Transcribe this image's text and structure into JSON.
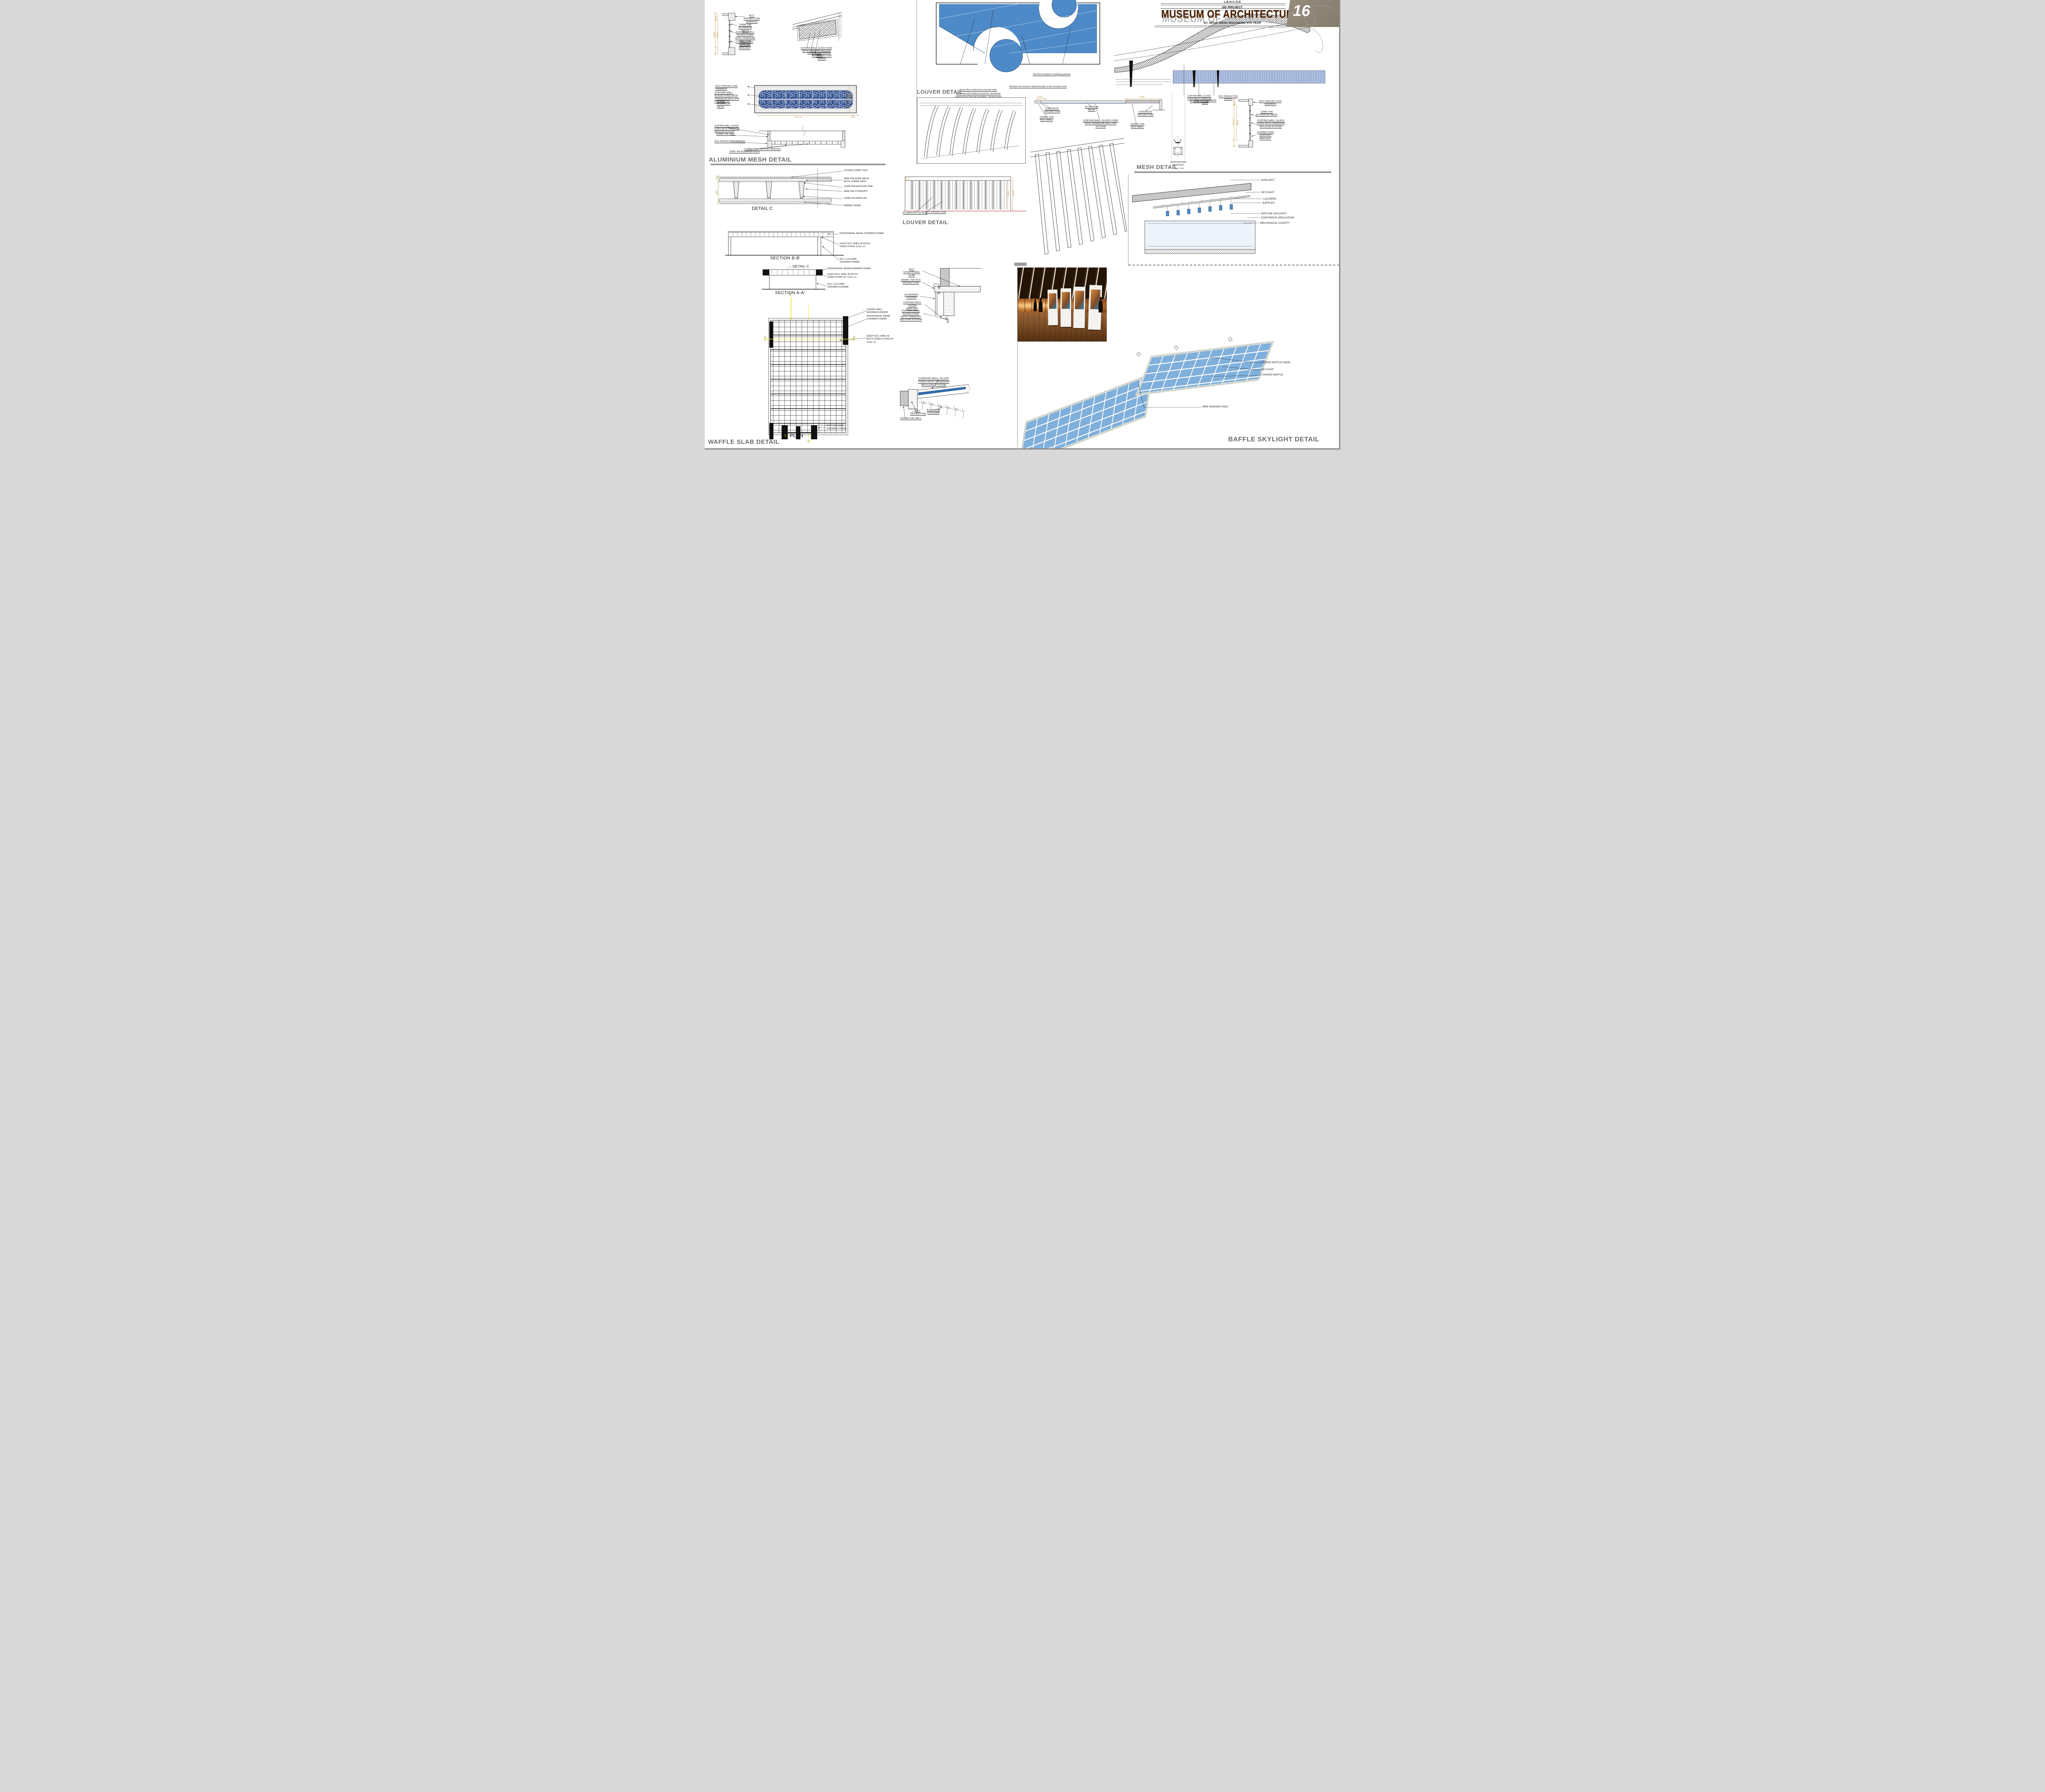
{
  "titleblock": {
    "org": "L.B.H.C.O.A",
    "project": "DD PROJECT",
    "title": "MUSEUM OF ARCHITECTURE",
    "byline": "BY: 80553_KRISH WADHWANI_5TH YEAR",
    "page": "16"
  },
  "headings": {
    "aluminium_mesh": "ALUMINIUM MESH DETAIL",
    "louver_top": "LOUVER DETAIL",
    "mesh": "MESH DETAIL",
    "louver_mid": "LOUVER DETAIL",
    "waffle": "WAFFLE SLAB DETAIL",
    "baffle": "BAFFLE SKYLIGHT DETAIL"
  },
  "wall_tl": {
    "dim_800": "800",
    "dim_5000": "5000",
    "dim_3400": "3400",
    "rcc": "RCC PROJECTION INWARDS",
    "mesh": "12MM THK ALUMINUM MESH",
    "glass": "CURTAIN WALL GLASS FIXED WITH TRAMSOM MULLION SYSTEM",
    "bracket": "CONNECTING SUPPORT BRACKET"
  },
  "axon": {
    "glass": "CURTAIN WALL GLASS FIXED WITH TRAMSOM MULLION SYSTEM",
    "mesh": "12MM THK ALUMINUM MESH",
    "rcc": "RCC PROJECTION INWARD"
  },
  "elevation": {
    "rcc": "RCC PROJECTION INWARDS",
    "glass": "CURTAIN WALL GLASS FIXED WITH TRAMSOM MULLION SYSTEM",
    "mesh": "12MM THK ALUMINUM MESH",
    "dim_3400": "3400",
    "dim_5000": "5000",
    "dim_21570": "21570",
    "dim_800": "800"
  },
  "plan_strip": {
    "glass": "CURTAIN WALL GLASS FIXED WITH TRAMSOM MULLION SYSTEM",
    "wall": "230MM THK WALL",
    "rcc": "RCC PROJECTION INWARDS",
    "mesh": "12MM THK ALUMINUM MESH",
    "bracket": "CONNECTING SUPPORT BRACKET"
  },
  "louver_plan": {
    "note_grc": "Glass fiber reinforced concrete slab, fastening with undercut anchors, aluminum substructure thermal insulation, mineral wool with underlay, highly open to diffusion",
    "note_glazing": "Thermal insulation insulating glazing",
    "note_edging": "Side edging with extruded aluminum profiles 3-dimensionally curved in the area of the curves",
    "note_sill": "Window sill curved 2-dimensionally in the rounded area"
  },
  "concrete_section": {
    "dim_1980": "1980",
    "dim_7280": "7280",
    "proj_left": "CONCRETE PROJECTION",
    "wall_left": "230MM THK RCC WALL",
    "mesh": "ALUMINUM MESH",
    "glass": "CURTAIN WALL GLASS FIXED WITH TRAMSOM MULLION SYSTEM",
    "wall_right": "230MM THK RCC WALL",
    "proj_right": "CONCRETE PROJECTION"
  },
  "roof_section": {
    "glass": "CURTAIN WALL GLASS FIXED WITH TRAMSOM MULLION SYSTEM",
    "mesh": "12MM THK ALUMINUM MESH",
    "rcc": "RCC PROJECTION INWARD"
  },
  "bracket_detail": {
    "title": "SUPPORTING BRACKET",
    "scale": "SCALE : NTS"
  },
  "wall_r": {
    "dim_600": "600",
    "dim_5000": "5000",
    "dim_3800": "3800",
    "rcc": "RCC PROJECTION INWARDS",
    "mesh": "12MM THK ALUMINUM MESH",
    "glass": "CURTAIN WALL GLASS FIXED WITH TRAMSOM MULLION SYSTEM",
    "bracket": "CONNECTING SUPPORT BRACKET"
  },
  "detail_c": {
    "title": "DETAIL C",
    "dim_100": "100",
    "dim_600": "600",
    "cover": "COVER [15MM THK]",
    "wiremesh": "3MM DIA WIRE MESH WITH 100MM GRID",
    "anchor": "12MM DIA ANCHOR BAR",
    "stirrups": "8MM DIA STIRRUPS",
    "mainrf": "16MM DIA MAIN R/F",
    "ribbed": "RIBBED BEAM"
  },
  "section_bb": {
    "title": "SECTION B-B'",
    "beam": "PERIPHERAL BEAM 1000MMX700MM",
    "ribs": "DEEP RCC RIBS IN BOTH DIRECTIONS 1mts c/c",
    "column": "RCC COLUMN 3200MMX700MM"
  },
  "section_aa": {
    "title": "SECTION A-A'",
    "callout": "DETAIL C",
    "marker_b": "B",
    "beam": "PERIPHERAL BEAM1000MMX700MM",
    "ribs": "DEEP RCC RIBS IN BOTH DIRECTIONS AT 1mts c/c",
    "column": "RCC COLUMN 4000MMX1000MM"
  },
  "plan": {
    "title": "PLAN",
    "marker_a": "A",
    "marker_a2": "A'",
    "marker_b2": "B'",
    "shear": "SHEAR WALL 4000MMX1000MM",
    "beam": "PERIPHERAL BEAM 1000MMX700MM",
    "ribs": "DEEP RCC RIBS IN BOTH DIRECTIONS AT 1mts c/c",
    "column": "RCC COLUMN 1000MMX700MM"
  },
  "louver_elev": {
    "dim_600": "600",
    "dim_5000": "5000",
    "dim_3800": "3,800",
    "louvers": "ALUMINIUM LOUVERS",
    "rcc": "RCC PROJECTION"
  },
  "louver_section": {
    "slab": "RCC STRUCTURAL SLAB",
    "proj": "300MM THK RCC PROJECTION",
    "louver": "ALUMINUM LOUVER",
    "bracket": "CURTAIN WALL FIXING BRACKET",
    "glass": "CURTAIN WALL GLASS FIXED WITH TRAMSOM MULLION SYSTEM"
  },
  "louver_bottom": {
    "glass": "CURTAIN WALL GLASS FIXED WITH TRAMSOM MULLION SYSTEM",
    "rcc": "RCC PROJECTION",
    "louvers": "ALUMINUM LOUVERS",
    "wall": "230MM THK WALL"
  },
  "skylight_section": {
    "sunlight": "SUNLIGHT",
    "skylight": "SKYLIGHT",
    "louvers": "LOUVERS",
    "baffles": "BAFFLES",
    "diffuse": "DIFFUSE DAYLIGHT",
    "insulation": "CONTINOUS INSULATION",
    "cavity": "MECHANICAL CAAVITY"
  },
  "baffle3d": {
    "kneel": "U HAPED BAFFLE KNEEL",
    "skylight": "SKYLIGHT",
    "baffle": "U SHAPED BAFFLE",
    "pole": "8MM HANGING POLE"
  },
  "colors": {
    "dim_tan": "#bd9440",
    "dim_olive": "#97972f",
    "marker_yellow": "#ece93c",
    "mesh_blue": "#2e4c8c",
    "louver_blue": "#4e8ac8",
    "sky_blue": "#7fb0dc",
    "glass_blue": "#2e6fae",
    "heading_gray": "#6b6b6b",
    "title_brown": "#4a2208",
    "red_line": "#a03030"
  }
}
